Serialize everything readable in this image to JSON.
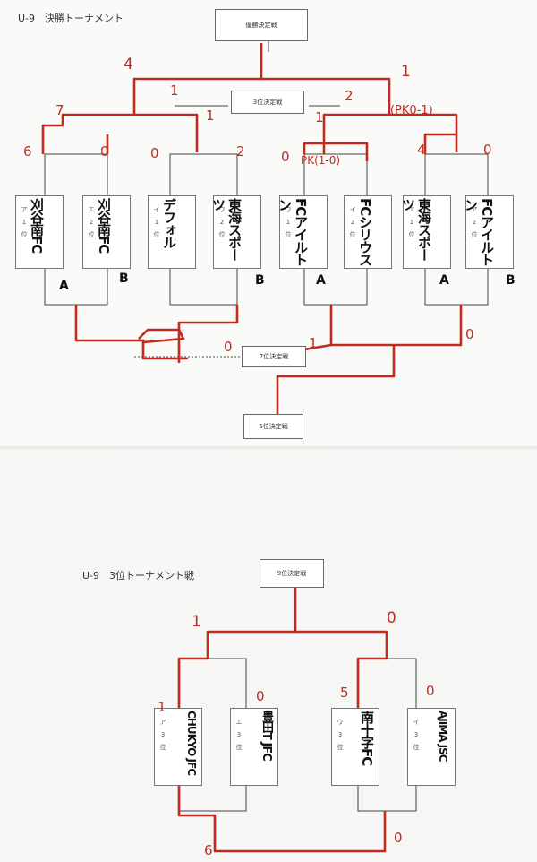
{
  "sheet1": {
    "title": "U-9　決勝トーナメント",
    "final_box": "優勝決定戦",
    "third_box": "3位決定戦",
    "seventh_box": "7位決定戦",
    "fifth_box": "5位決定戦",
    "teams": [
      {
        "sub": [
          "ア",
          "1",
          "位"
        ],
        "name": "刈谷南FC",
        "letter": "A"
      },
      {
        "sub": [
          "エ",
          "2",
          "位"
        ],
        "name": "刈谷南FC",
        "letter": "B"
      },
      {
        "sub": [
          "イ",
          "1",
          "位"
        ],
        "name": "デフォル",
        "letter": ""
      },
      {
        "sub": [
          "ウ",
          "2",
          "位"
        ],
        "name": "東海スポーツ",
        "letter": "B"
      },
      {
        "sub": [
          "ウ",
          "1",
          "位"
        ],
        "name": "FCアイルトン",
        "letter": "A"
      },
      {
        "sub": [
          "イ",
          "2",
          "位"
        ],
        "name": "FCシリウス",
        "letter": ""
      },
      {
        "sub": [
          "エ",
          "1",
          "位"
        ],
        "name": "東海スポーツ",
        "letter": "A"
      },
      {
        "sub": [
          "ア",
          "2",
          "位"
        ],
        "name": "FCアイルトン",
        "letter": "B"
      }
    ],
    "scores": {
      "s_left_top": "4",
      "s_right_top": "1",
      "s_q1_left": "7",
      "s_q1_right": "1",
      "s_q1_right2": "1",
      "s_q2_left": "1",
      "s_q2_right": "2",
      "s_q2_pk": "(PK0-1)",
      "s_t1": "6",
      "s_t2": "0",
      "s_t3": "0",
      "s_t4": "2",
      "s_t5": "0",
      "s_t6": "PK(1-0)",
      "s_t7": "4",
      "s_t8": "0",
      "s_7th_l": "0",
      "s_7th_r": "1",
      "s_5th_r": "0"
    }
  },
  "sheet2": {
    "title": "U-9　3位トーナメント戦",
    "final_box": "9位決定戦",
    "teams": [
      {
        "sub": [
          "ア",
          "3",
          "位"
        ],
        "name": "CHUKYO JFC"
      },
      {
        "sub": [
          "エ",
          "3",
          "位"
        ],
        "name": "豊田T JFC"
      },
      {
        "sub": [
          "ウ",
          "3",
          "位"
        ],
        "name": "南十字FC"
      },
      {
        "sub": [
          "イ",
          "3",
          "位"
        ],
        "name": "AJIMA JSC"
      }
    ],
    "scores": {
      "b_l": "1",
      "b_r": "0",
      "b_t1": "1",
      "b_t2": "0",
      "b_t3": "5",
      "b_t4": "0",
      "b_bl": "6",
      "b_br": "0"
    }
  }
}
